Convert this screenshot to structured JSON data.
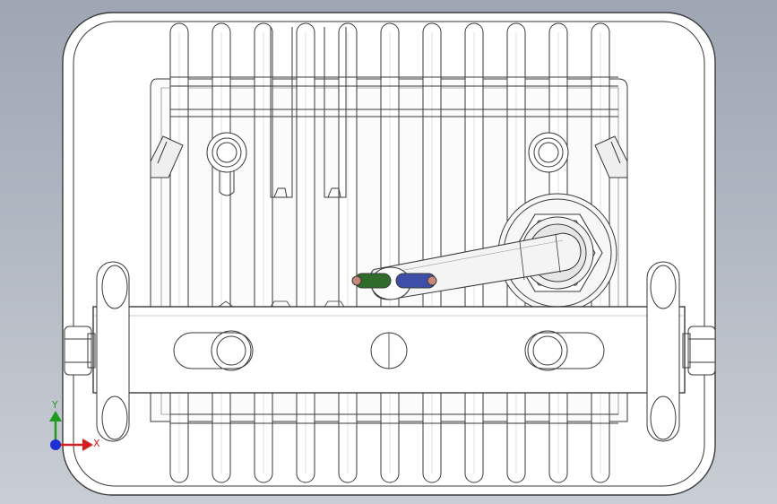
{
  "view": {
    "background_top": "#9ea6b3",
    "background_bottom": "#c9cdd4",
    "part_fill": "#ffffff",
    "edge_color": "#3a3a3a",
    "shade_color": "#d8d8d8"
  },
  "model": {
    "fins": 11,
    "cable": {
      "wire_colors": [
        "#2f6b2a",
        "#3d4fa8"
      ],
      "wire_core_color": "#c9867c"
    }
  },
  "triad": {
    "x_label": "X",
    "y_label": "Y",
    "x_color": "#d21f1f",
    "y_color": "#1f9a1f",
    "z_color": "#1f2fd2"
  }
}
